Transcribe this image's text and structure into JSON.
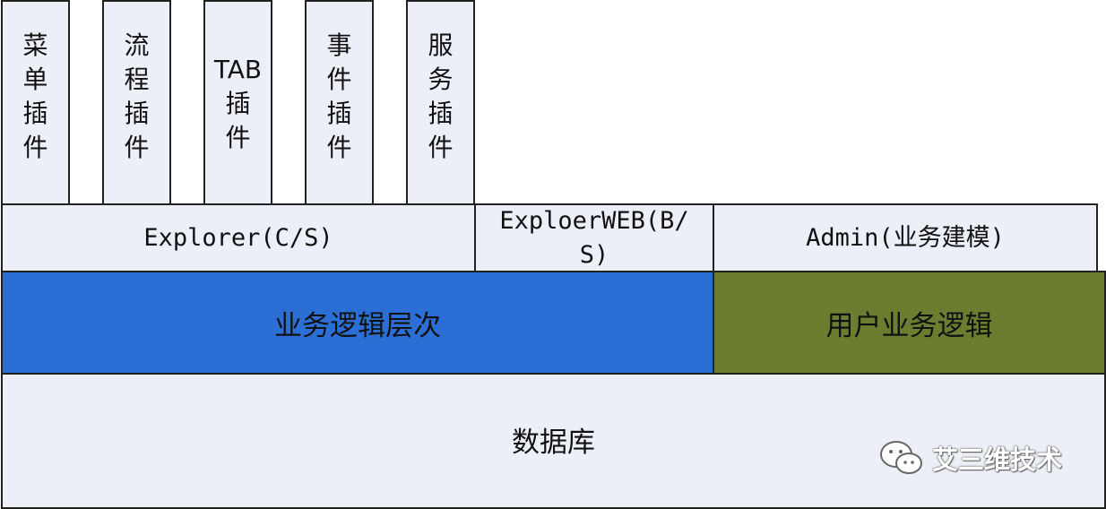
{
  "plugins": [
    {
      "label": "菜\n单\n插\n件"
    },
    {
      "label": "流\n程\n插\n件"
    },
    {
      "label": "TAB\n插\n件"
    },
    {
      "label": "事\n件\n插\n件"
    },
    {
      "label": "服\n务\n插\n件"
    }
  ],
  "clients": {
    "explorer_cs": "Explorer(C/S)",
    "explorer_web": "ExploerWEB(B/\nS)",
    "admin": "Admin(业务建模)"
  },
  "logic": {
    "business_logic": "业务逻辑层次",
    "user_logic": "用户业务逻辑"
  },
  "database": {
    "label": "数据库"
  },
  "watermark": {
    "text": "艾三维技术"
  },
  "colors": {
    "box_fill": "#eceef8",
    "business_logic_fill": "#2b6ed6",
    "user_logic_fill": "#6a7d31",
    "border": "#222222"
  }
}
